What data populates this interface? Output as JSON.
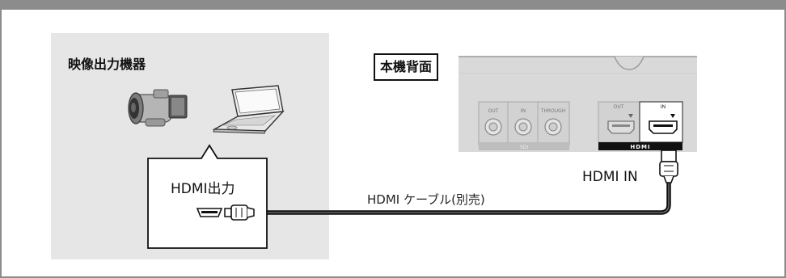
{
  "source": {
    "title": "映像出力機器"
  },
  "rear": {
    "title": "本機背面"
  },
  "output": {
    "label": "HDMI出力"
  },
  "input": {
    "label": "HDMI IN"
  },
  "cable": {
    "label": "HDMI ケーブル(別売)"
  },
  "sdi": {
    "ports": [
      "OUT",
      "IN",
      "THROUGH"
    ],
    "label": "SDI"
  },
  "hdmi_panel": {
    "out_label": "OUT",
    "in_label": "IN",
    "logo": "HDMI"
  },
  "icons": [
    "camcorder-icon",
    "laptop-icon",
    "hdmi-plug-icon",
    "hdmi-port-icon",
    "sdi-connector-icon"
  ]
}
